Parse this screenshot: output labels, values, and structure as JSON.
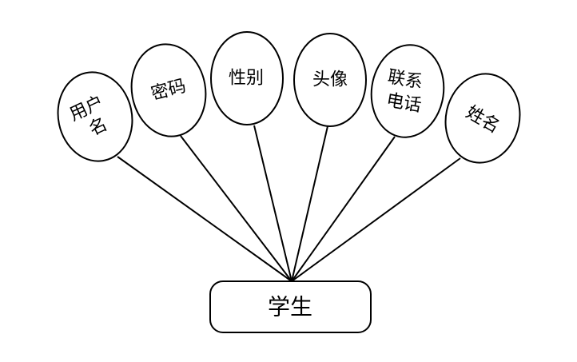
{
  "entity": {
    "label": "学生"
  },
  "attributes": [
    {
      "lines": [
        "用户",
        "名"
      ]
    },
    {
      "lines": [
        "密码"
      ]
    },
    {
      "lines": [
        "性别"
      ]
    },
    {
      "lines": [
        "头像"
      ]
    },
    {
      "lines": [
        "联系",
        "电话"
      ]
    },
    {
      "lines": [
        "姓名"
      ]
    }
  ]
}
